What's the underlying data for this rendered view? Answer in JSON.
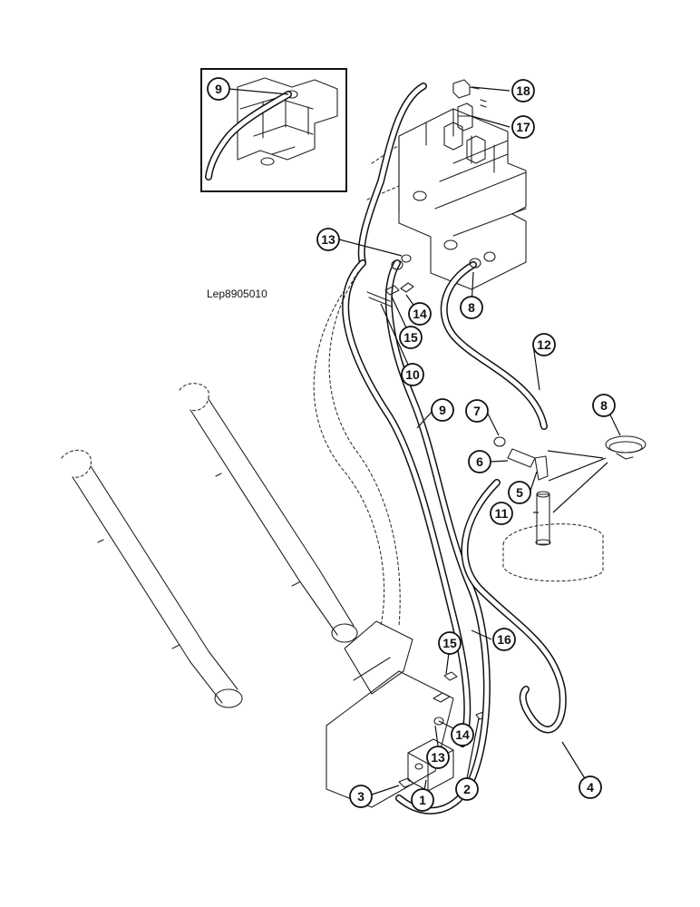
{
  "drawing": {
    "reference": "Lep8905010"
  },
  "callouts": [
    {
      "id": "c1",
      "label": "1"
    },
    {
      "id": "c2",
      "label": "2"
    },
    {
      "id": "c3",
      "label": "3"
    },
    {
      "id": "c4",
      "label": "4"
    },
    {
      "id": "c5",
      "label": "5"
    },
    {
      "id": "c6",
      "label": "6"
    },
    {
      "id": "c7",
      "label": "7"
    },
    {
      "id": "c8a",
      "label": "8"
    },
    {
      "id": "c8b",
      "label": "8"
    },
    {
      "id": "c9a",
      "label": "9"
    },
    {
      "id": "c9b",
      "label": "9"
    },
    {
      "id": "c10",
      "label": "10"
    },
    {
      "id": "c11",
      "label": "11"
    },
    {
      "id": "c12",
      "label": "12"
    },
    {
      "id": "c13a",
      "label": "13"
    },
    {
      "id": "c13b",
      "label": "13"
    },
    {
      "id": "c14a",
      "label": "14"
    },
    {
      "id": "c14b",
      "label": "14"
    },
    {
      "id": "c15a",
      "label": "15"
    },
    {
      "id": "c15b",
      "label": "15"
    },
    {
      "id": "c16",
      "label": "16"
    },
    {
      "id": "c17",
      "label": "17"
    },
    {
      "id": "c18",
      "label": "18"
    }
  ]
}
